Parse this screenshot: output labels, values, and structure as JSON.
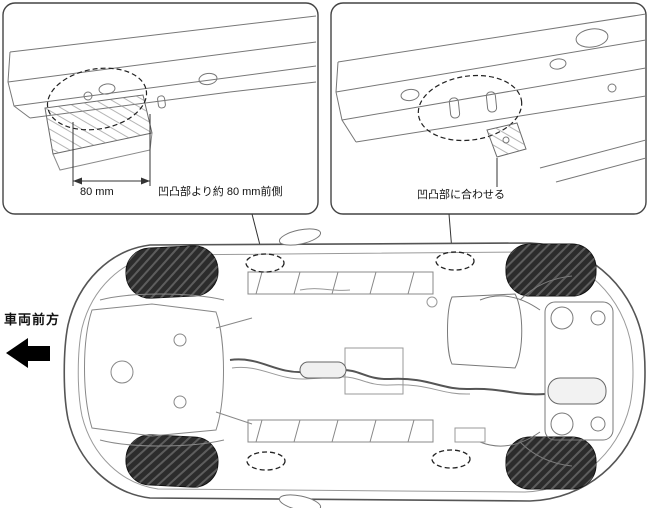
{
  "labels": {
    "front_direction": "車両前方",
    "dimension_80mm": "80 mm",
    "left_caption": "凹凸部より約 80 mm前側",
    "right_caption": "凹凸部に合わせる"
  },
  "icons": {
    "front_arrow": "left-arrow"
  },
  "colors": {
    "background": "#ffffff",
    "outline_dark": "#333333",
    "outline_mid": "#777777",
    "tire": "#2c2c2c",
    "arrow": "#000000"
  }
}
